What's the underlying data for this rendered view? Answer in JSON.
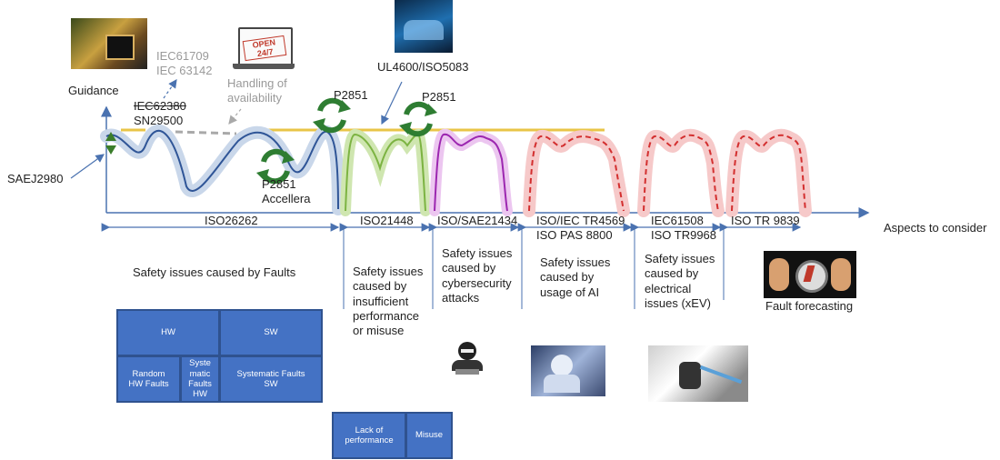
{
  "labels": {
    "guidance": "Guidance",
    "aspects": "Aspects to consider",
    "saej2980": "SAEJ2980",
    "iec62380": "IEC62380",
    "sn29500": "SN29500",
    "iec61709_1": "IEC61709",
    "iec61709_2": "IEC 63142",
    "handling_1": "Handling of",
    "handling_2": "availability",
    "open_sign": "OPEN 24/7",
    "p2851_a": "P2851",
    "p2851_b": "P2851",
    "p2851_c_1": "P2851",
    "p2851_c_2": "Accellera",
    "ul4600": "UL4600/ISO5083"
  },
  "axis_labels": {
    "iso26262": "ISO26262",
    "iso21448": "ISO21448",
    "sae21434": "ISO/SAE21434",
    "tr4569_1": "ISO/IEC TR4569",
    "tr4569_2": "ISO PAS 8800",
    "iec61508_1": "IEC61508",
    "iec61508_2": "ISO TR9968",
    "tr9839": "ISO TR 9839"
  },
  "issues": {
    "faults": "Safety issues caused by Faults",
    "performance": "Safety issues caused by insufficient performance or misuse",
    "cyber": "Safety issues caused by cybersecurity attacks",
    "ai": "Safety issues caused by usage of AI",
    "electrical": "Safety issues caused by electrical issues (xEV)",
    "forecast": "Fault forecasting"
  },
  "boxes": {
    "hw": "HW",
    "sw": "SW",
    "random_hw": "Random HW Faults",
    "systematic_hw": "Syste matic Faults HW",
    "systematic_sw": "Systematic Faults SW",
    "lack_perf": "Lack of performance",
    "misuse": "Misuse"
  },
  "colors": {
    "axis": "#4a72b0",
    "guidance_line": "#e8c547",
    "box_fill": "#4472c4",
    "box_border": "#2f528f",
    "curve_iso26262": "#2f5597",
    "curve_iso21448": "#7cb342",
    "curve_sae21434": "#9c27b0",
    "curve_red": "#d32f2f",
    "arrow_green": "#2e7d32"
  },
  "icons": [
    "chip-image",
    "open-laptop-image",
    "autonomous-car-image",
    "hacker-icon",
    "ai-robot-image",
    "ev-charging-image",
    "fault-forecast-image",
    "cycle-arrow-icon",
    "double-arrow-icon"
  ]
}
